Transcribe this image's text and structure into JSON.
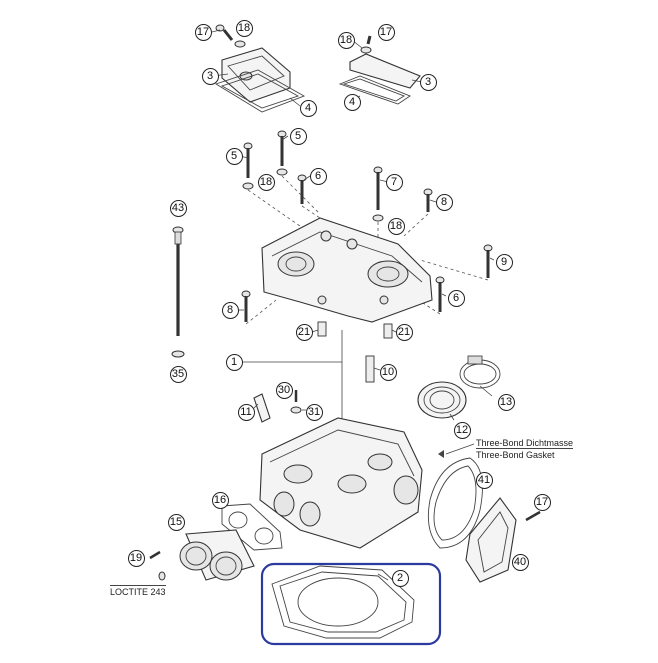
{
  "callouts": [
    {
      "id": "c17a",
      "label": "17"
    },
    {
      "id": "c18a",
      "label": "18"
    },
    {
      "id": "c3a",
      "label": "3"
    },
    {
      "id": "c4a",
      "label": "4"
    },
    {
      "id": "c18b",
      "label": "18"
    },
    {
      "id": "c17b",
      "label": "17"
    },
    {
      "id": "c3b",
      "label": "3"
    },
    {
      "id": "c4b",
      "label": "4"
    },
    {
      "id": "c5a",
      "label": "5"
    },
    {
      "id": "c5b",
      "label": "5"
    },
    {
      "id": "c18c",
      "label": "18"
    },
    {
      "id": "c6a",
      "label": "6"
    },
    {
      "id": "c7",
      "label": "7"
    },
    {
      "id": "c8a",
      "label": "8"
    },
    {
      "id": "c18d",
      "label": "18"
    },
    {
      "id": "c43",
      "label": "43"
    },
    {
      "id": "c9",
      "label": "9"
    },
    {
      "id": "c6b",
      "label": "6"
    },
    {
      "id": "c8b",
      "label": "8"
    },
    {
      "id": "c21a",
      "label": "21"
    },
    {
      "id": "c21b",
      "label": "21"
    },
    {
      "id": "c1",
      "label": "1"
    },
    {
      "id": "c35",
      "label": "35"
    },
    {
      "id": "c10",
      "label": "10"
    },
    {
      "id": "c30",
      "label": "30"
    },
    {
      "id": "c11",
      "label": "11"
    },
    {
      "id": "c31",
      "label": "31"
    },
    {
      "id": "c13",
      "label": "13"
    },
    {
      "id": "c12",
      "label": "12"
    },
    {
      "id": "c41",
      "label": "41"
    },
    {
      "id": "c16",
      "label": "16"
    },
    {
      "id": "c17c",
      "label": "17"
    },
    {
      "id": "c15",
      "label": "15"
    },
    {
      "id": "c19",
      "label": "19"
    },
    {
      "id": "c40",
      "label": "40"
    },
    {
      "id": "c2",
      "label": "2"
    }
  ],
  "notes": {
    "threebond_de": "Three-Bond Dichtmasse",
    "threebond_en": "Three-Bond Gasket",
    "loctite": "LOCTITE 243"
  },
  "highlight": {
    "target_part": "2",
    "color": "#2b3a9e"
  }
}
